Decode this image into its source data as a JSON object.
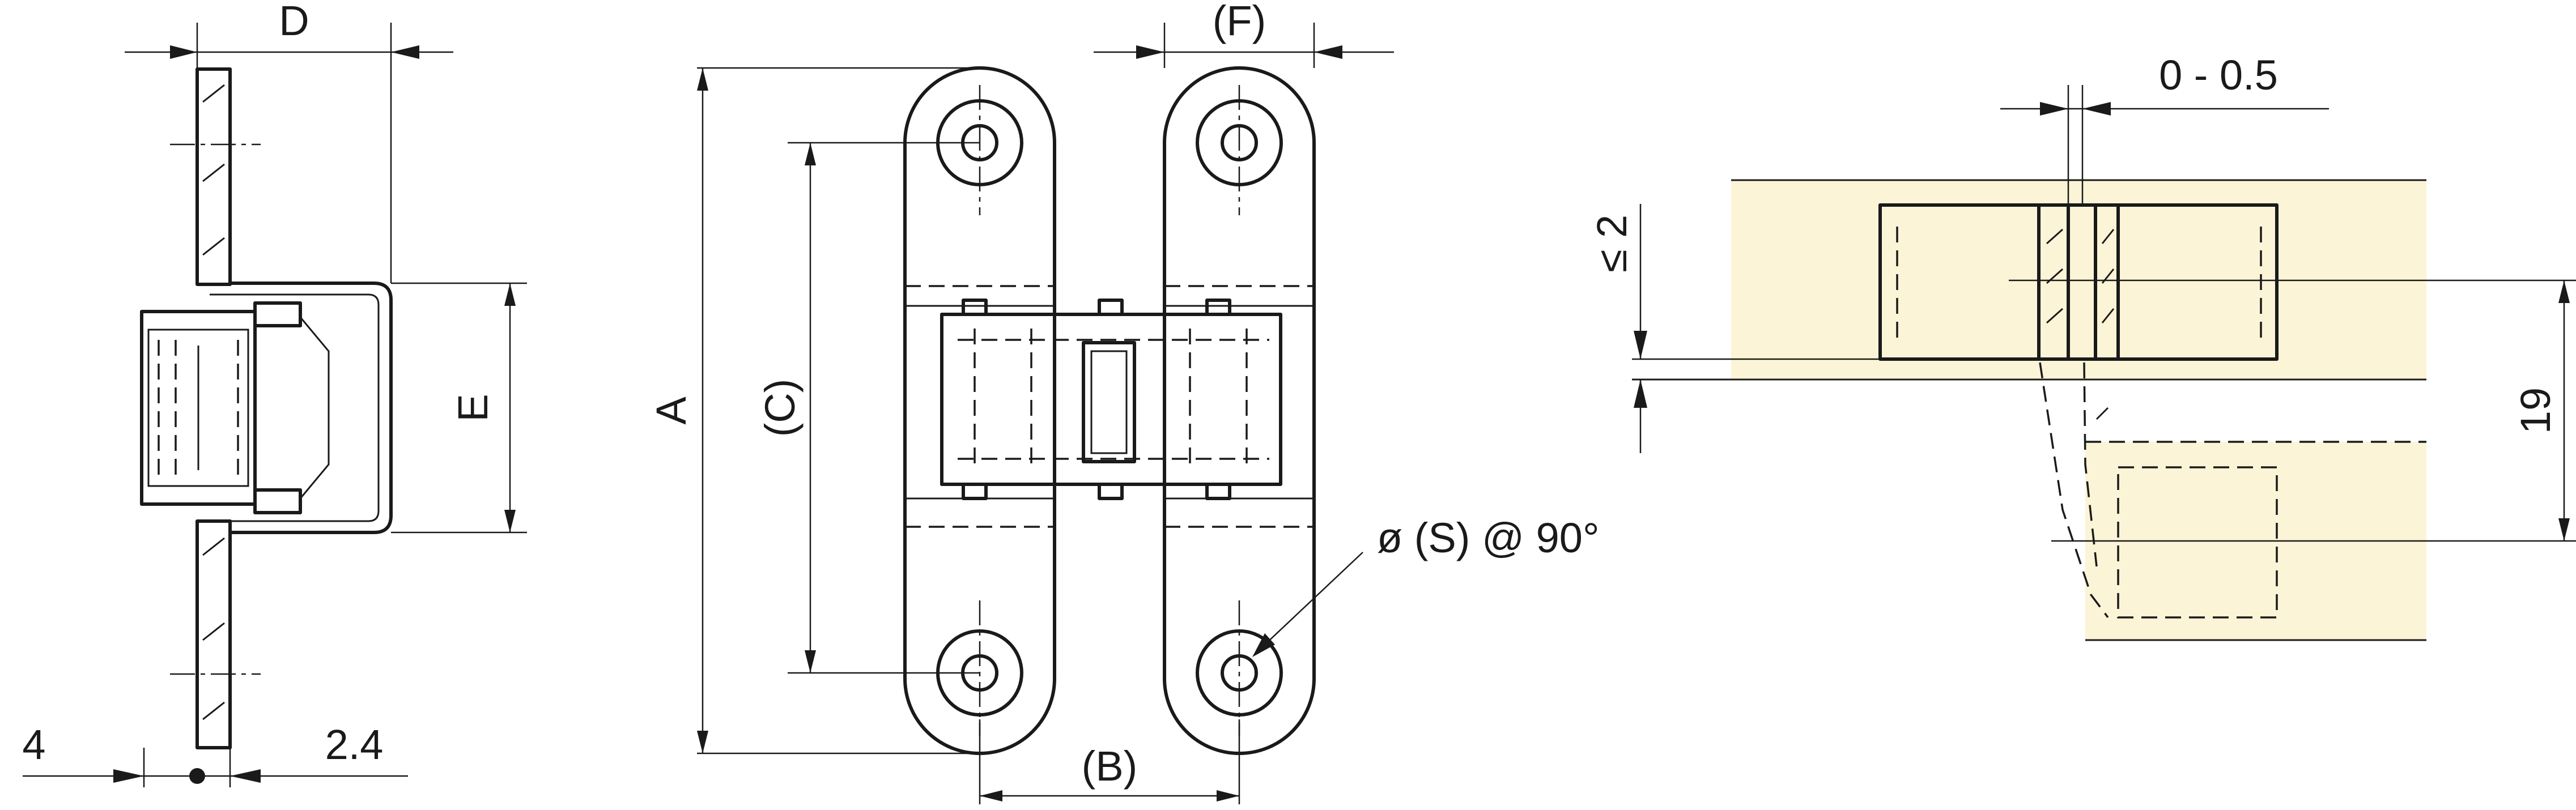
{
  "labels": {
    "D": "D",
    "E": "E",
    "A": "A",
    "C": "(C)",
    "F": "(F)",
    "B": "(B)",
    "S": "ø (S) @ 90°",
    "four": "4",
    "two_four": "2.4",
    "gap": "0 - 0.5",
    "le2": "≤ 2",
    "nineteen": "19"
  },
  "colors": {
    "line": "#1a1a1a",
    "wood": "#fbf4d6",
    "background": "#ffffff"
  }
}
